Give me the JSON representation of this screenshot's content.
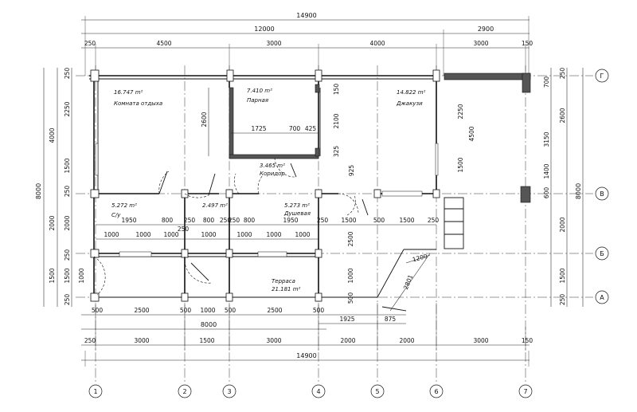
{
  "dims_top": {
    "overall": "14900",
    "second": "12000",
    "right_ext": "2900",
    "row3": [
      "250",
      "4500",
      "3000",
      "4000",
      "3000",
      "150"
    ]
  },
  "dims_bottom": {
    "row1": [
      "500",
      "2500",
      "500",
      "1000",
      "500",
      "2500",
      "500",
      "1925",
      "875"
    ],
    "sub_total": "8000",
    "row2": [
      "250",
      "3000",
      "1500",
      "3000",
      "2000",
      "2000",
      "3000",
      "150"
    ],
    "overall": "14900"
  },
  "dims_left": {
    "overall": "8000",
    "row2": [
      "4000",
      "2000",
      "1500"
    ],
    "row3": [
      "250",
      "2250",
      "1500",
      "250",
      "2000",
      "250",
      "1500",
      "250"
    ],
    "inner": [
      "1000"
    ]
  },
  "dims_right": {
    "overall": "8000",
    "row2": [
      "4500",
      "2000",
      "1500"
    ],
    "row3": [
      "250",
      "700",
      "2600",
      "3150",
      "1400",
      "600",
      "250"
    ]
  },
  "dims_inner": {
    "steam_h": "2600",
    "steam_w1": "1725",
    "steam_w2": "700",
    "steam_w3": "425",
    "steam_h2": "2100",
    "steam_top": "150",
    "steam_bot": "325",
    "corr_h": "925",
    "jacuzzi_h": "2250",
    "jacuzzi_h2": "1500",
    "wc_row": [
      "1950",
      "800",
      "250",
      "800",
      "250",
      "250",
      "800",
      "1950",
      "250",
      "1500",
      "500",
      "1500",
      "250"
    ],
    "row_1000": [
      "1000",
      "1000",
      "1000",
      "1000",
      "250",
      "1000",
      "1000",
      "1000"
    ],
    "terr_h": "2500",
    "terr_h2": "1000",
    "terr_h3": "500",
    "stair_len": "2801",
    "stair_w": "1200"
  },
  "rooms": {
    "rest": {
      "area": "16.747 m²",
      "name": "Комната отдыха"
    },
    "steam": {
      "area": "7.410 m²",
      "name": "Парная"
    },
    "jacuzzi": {
      "area": "14.822 m²",
      "name": "Джакузи"
    },
    "corridor": {
      "area": "3.465 m²",
      "name": "Коридор"
    },
    "wc": {
      "area": "5.272 m²",
      "name": "С/у"
    },
    "small": {
      "area": "2.497 m²"
    },
    "shower": {
      "area": "5.273 m²",
      "name": "Душевая"
    },
    "terrace": {
      "name": "Терраса",
      "area": "21.181 m²"
    }
  },
  "axes_v": [
    "1",
    "2",
    "3",
    "4",
    "5",
    "6",
    "7"
  ],
  "axes_h": [
    "Г",
    "В",
    "Б",
    "А"
  ]
}
